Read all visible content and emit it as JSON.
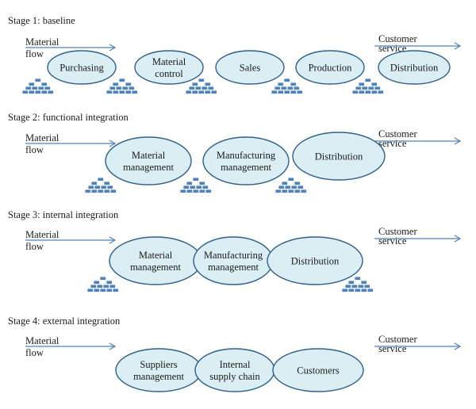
{
  "flow_labels": {
    "material_line1": "Material",
    "material_line2": "flow",
    "customer_line1": "Customer",
    "customer_line2": "service"
  },
  "stages": [
    {
      "title": "Stage 1: baseline",
      "nodes": [
        {
          "lines": [
            "Purchasing"
          ]
        },
        {
          "lines": [
            "Material",
            "control"
          ]
        },
        {
          "lines": [
            "Sales"
          ]
        },
        {
          "lines": [
            "Production"
          ]
        },
        {
          "lines": [
            "Distribution"
          ]
        }
      ]
    },
    {
      "title": "Stage 2: functional integration",
      "nodes": [
        {
          "lines": [
            "Material",
            "management"
          ]
        },
        {
          "lines": [
            "Manufacturing",
            "management"
          ]
        },
        {
          "lines": [
            "Distribution"
          ]
        }
      ]
    },
    {
      "title": "Stage 3: internal integration",
      "nodes": [
        {
          "lines": [
            "Material",
            "management"
          ]
        },
        {
          "lines": [
            "Manufacturing",
            "management"
          ]
        },
        {
          "lines": [
            "Distribution"
          ]
        }
      ]
    },
    {
      "title": "Stage 4: external integration",
      "nodes": [
        {
          "lines": [
            "Suppliers",
            "management"
          ]
        },
        {
          "lines": [
            "Internal",
            "supply chain"
          ]
        },
        {
          "lines": [
            "Customers"
          ]
        }
      ]
    }
  ],
  "colors": {
    "node_fill": "#dbeef4",
    "node_stroke": "#2f5f8a",
    "arrow": "#4f81bd",
    "brick": "#4f81bd"
  }
}
